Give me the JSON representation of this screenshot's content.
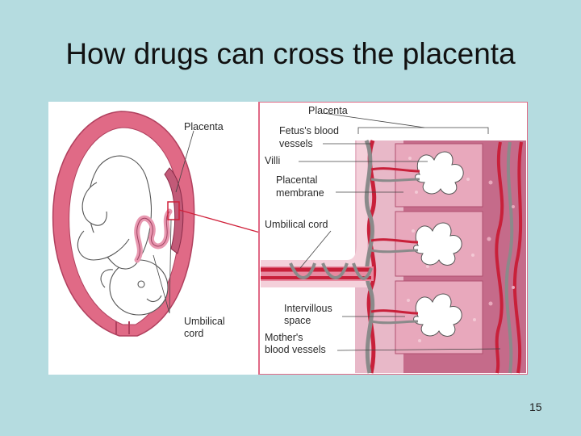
{
  "slide": {
    "title": "How drugs can cross the placenta",
    "page_number": "15"
  },
  "figure": {
    "left_panel_labels": {
      "placenta": "Placenta",
      "umbilical_cord_line1": "Umbilical",
      "umbilical_cord_line2": "cord"
    },
    "right_panel_labels": {
      "placenta": "Placenta",
      "fetus_vessels_line1": "Fetus's blood",
      "fetus_vessels_line2": "vessels",
      "villi": "Villi",
      "placental_membrane_line1": "Placental",
      "placental_membrane_line2": "membrane",
      "umbilical_cord": "Umbilical cord",
      "intervillous_line1": "Intervillous",
      "intervillous_line2": "space",
      "mothers_vessels_line1": "Mother's",
      "mothers_vessels_line2": "blood vessels"
    }
  },
  "colors": {
    "background": "#b5dce0",
    "uterus_wall": "#e06a86",
    "placenta_tissue": "#c25a78",
    "vessel_red": "#c8203a",
    "vessel_gray": "#8a8a8a",
    "label_text": "#2a2a2a"
  }
}
